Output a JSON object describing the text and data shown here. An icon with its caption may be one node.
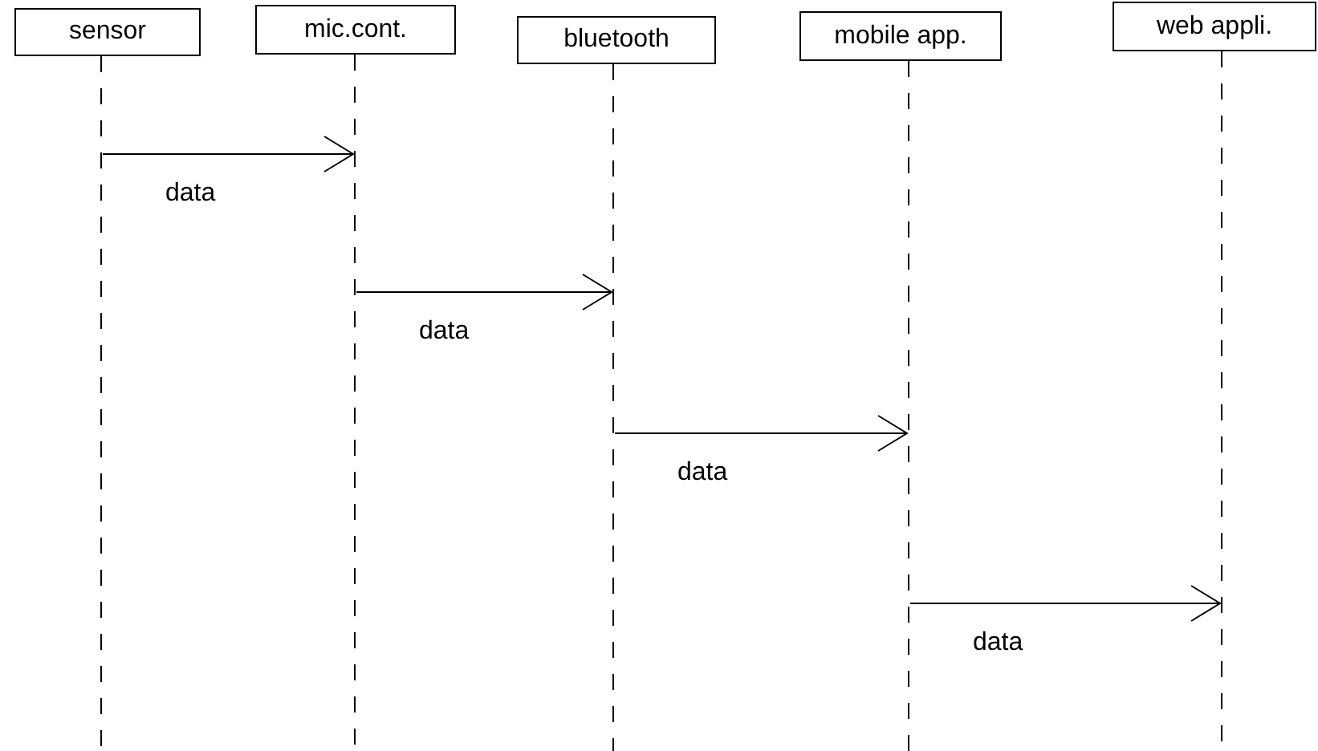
{
  "diagram": {
    "nodes": [
      {
        "text": [
          "sensor"
        ]
      },
      {
        "text": [
          "mic.cont."
        ]
      },
      {
        "text": [
          "bluetooth"
        ]
      },
      {
        "text": [
          "mobile app."
        ]
      },
      {
        "text": [
          "web appli."
        ]
      }
    ],
    "edges": [
      {
        "from": 0,
        "to": 1,
        "arrow": "to",
        "label": "data"
      },
      {
        "from": 1,
        "to": 2,
        "arrow": "to",
        "label": "data"
      },
      {
        "from": 2,
        "to": 3,
        "arrow": "to",
        "label": "data"
      },
      {
        "from": 3,
        "to": 4,
        "arrow": "to",
        "label": "data"
      }
    ]
  }
}
